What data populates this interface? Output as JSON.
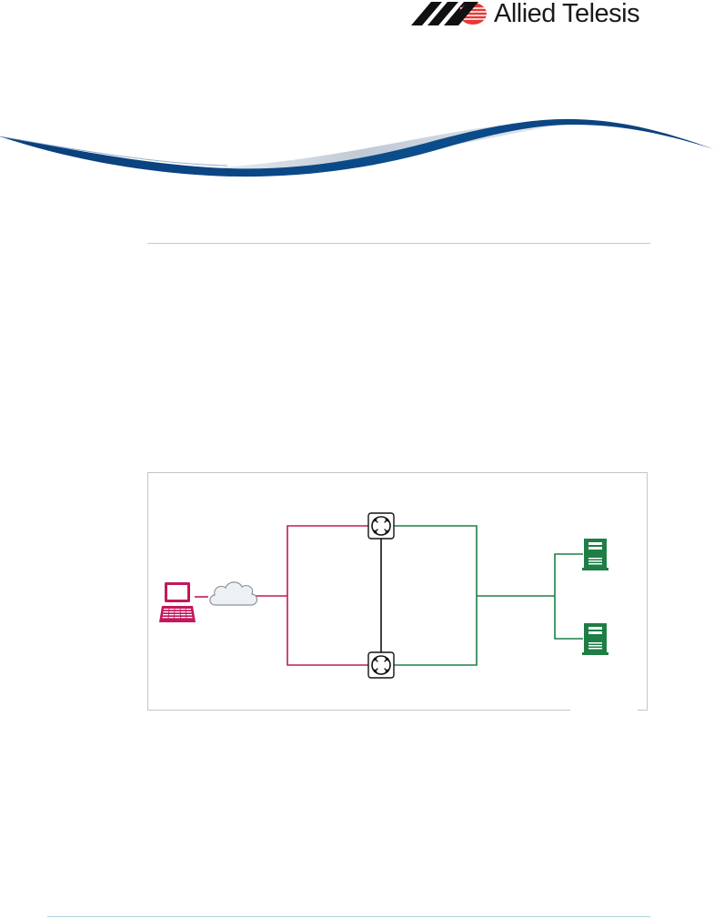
{
  "header": {
    "company_name": "Allied Telesis",
    "logo_mark_icon": "allied-telesis-logo-mark-icon"
  },
  "colors": {
    "brand_navy": "#0b3e7a",
    "rule_cyan": "#a9d3dc",
    "client_side_link": "#c2185b",
    "server_side_link": "#1e7e45",
    "switch_link": "#111111",
    "frame_border": "#c4c4c4"
  },
  "diagram": {
    "nodes": [
      {
        "id": "laptop",
        "icon": "laptop-icon"
      },
      {
        "id": "internet",
        "icon": "cloud-icon"
      },
      {
        "id": "switch-top",
        "icon": "switch-icon"
      },
      {
        "id": "switch-bottom",
        "icon": "switch-icon"
      },
      {
        "id": "server-top",
        "icon": "server-icon"
      },
      {
        "id": "server-bottom",
        "icon": "server-icon"
      }
    ]
  }
}
